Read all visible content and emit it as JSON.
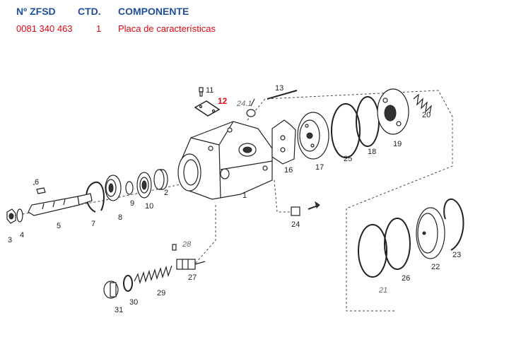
{
  "header": {
    "code_label": "Nº ZFSD",
    "qty_label": "CTD.",
    "component_label": "COMPONENTE"
  },
  "selected_row": {
    "code": "0081 340 463",
    "qty": "1",
    "component": "Placa de características"
  },
  "callouts": {
    "c1": "1",
    "c2": "2",
    "c3": "3",
    "c4": "4",
    "c5": "5",
    "c6": "6",
    "c7": "7",
    "c8": "8",
    "c9": "9",
    "c10": "10",
    "c11": "11",
    "c12": "12",
    "c13": "13",
    "c16": "16",
    "c17": "17",
    "c18": "18",
    "c19": "19",
    "c20": "20",
    "c21": "21",
    "c22": "22",
    "c23": "23",
    "c24": "24",
    "c24_1": "24.1",
    "c25": "25",
    "c26": "26",
    "c27": "27",
    "c28": "28",
    "c29": "29",
    "c30": "30",
    "c31": "31"
  },
  "colors": {
    "header": "#1f4e9c",
    "highlight": "#e30613"
  }
}
